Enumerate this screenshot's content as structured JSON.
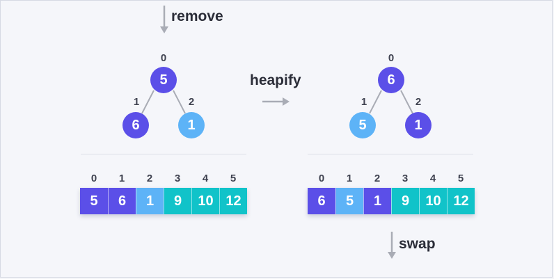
{
  "labels": {
    "remove": "remove",
    "heapify": "heapify",
    "swap": "swap"
  },
  "colors": {
    "dark": "#5b4fe8",
    "light": "#5db3f7",
    "teal": "#11c3c9",
    "edge": "#a9acb5",
    "arrow": "#a9acb5",
    "text": "#2b2d38"
  },
  "before": {
    "tree": {
      "nodes": [
        {
          "index": "0",
          "value": "5",
          "color": "dark"
        },
        {
          "index": "1",
          "value": "6",
          "color": "dark"
        },
        {
          "index": "2",
          "value": "1",
          "color": "light"
        }
      ]
    },
    "array": {
      "indices": [
        "0",
        "1",
        "2",
        "3",
        "4",
        "5"
      ],
      "cells": [
        {
          "value": "5",
          "color": "dark"
        },
        {
          "value": "6",
          "color": "dark"
        },
        {
          "value": "1",
          "color": "light"
        },
        {
          "value": "9",
          "color": "teal"
        },
        {
          "value": "10",
          "color": "teal"
        },
        {
          "value": "12",
          "color": "teal"
        }
      ]
    }
  },
  "after": {
    "tree": {
      "nodes": [
        {
          "index": "0",
          "value": "6",
          "color": "dark"
        },
        {
          "index": "1",
          "value": "5",
          "color": "light"
        },
        {
          "index": "2",
          "value": "1",
          "color": "dark"
        }
      ]
    },
    "array": {
      "indices": [
        "0",
        "1",
        "2",
        "3",
        "4",
        "5"
      ],
      "cells": [
        {
          "value": "6",
          "color": "dark"
        },
        {
          "value": "5",
          "color": "light"
        },
        {
          "value": "1",
          "color": "dark"
        },
        {
          "value": "9",
          "color": "teal"
        },
        {
          "value": "10",
          "color": "teal"
        },
        {
          "value": "12",
          "color": "teal"
        }
      ]
    }
  }
}
